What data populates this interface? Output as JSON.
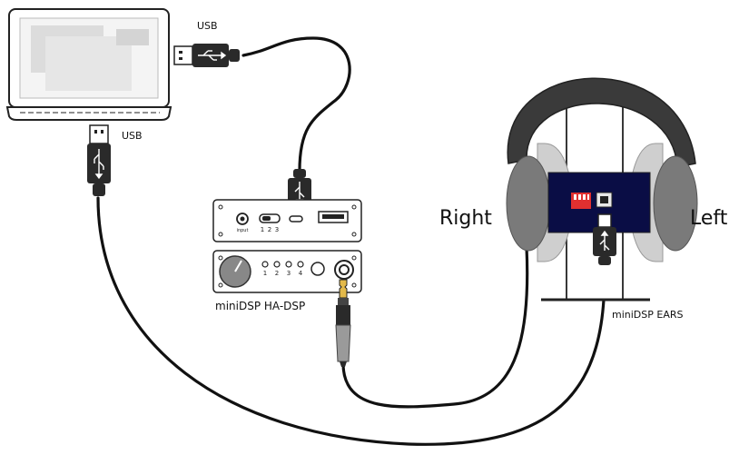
{
  "labels": {
    "usb_top": "USB",
    "usb_left": "USB",
    "right": "Right",
    "left": "Left",
    "ha_dsp": "miniDSP HA-DSP",
    "ears": "miniDSP EARS"
  },
  "device_panel": {
    "switch_positions": [
      "1",
      "2",
      "3"
    ],
    "input_leds": [
      "1",
      "2",
      "3",
      "4"
    ],
    "input_caption": "input"
  },
  "colors": {
    "cable": "#111111",
    "ears_panel": "#0a0d45",
    "dip_switch": "#e03030",
    "headband": "#3a3a3a",
    "earcup": "#7a7a7a",
    "cushion": "#cfcfcf"
  },
  "icons": [
    "laptop-icon",
    "usb-plug-icon",
    "usb-plug-icon",
    "usb-plug-icon",
    "usb-plug-icon",
    "headphone-jack-icon",
    "headphones-icon",
    "ears-fixture-icon"
  ]
}
